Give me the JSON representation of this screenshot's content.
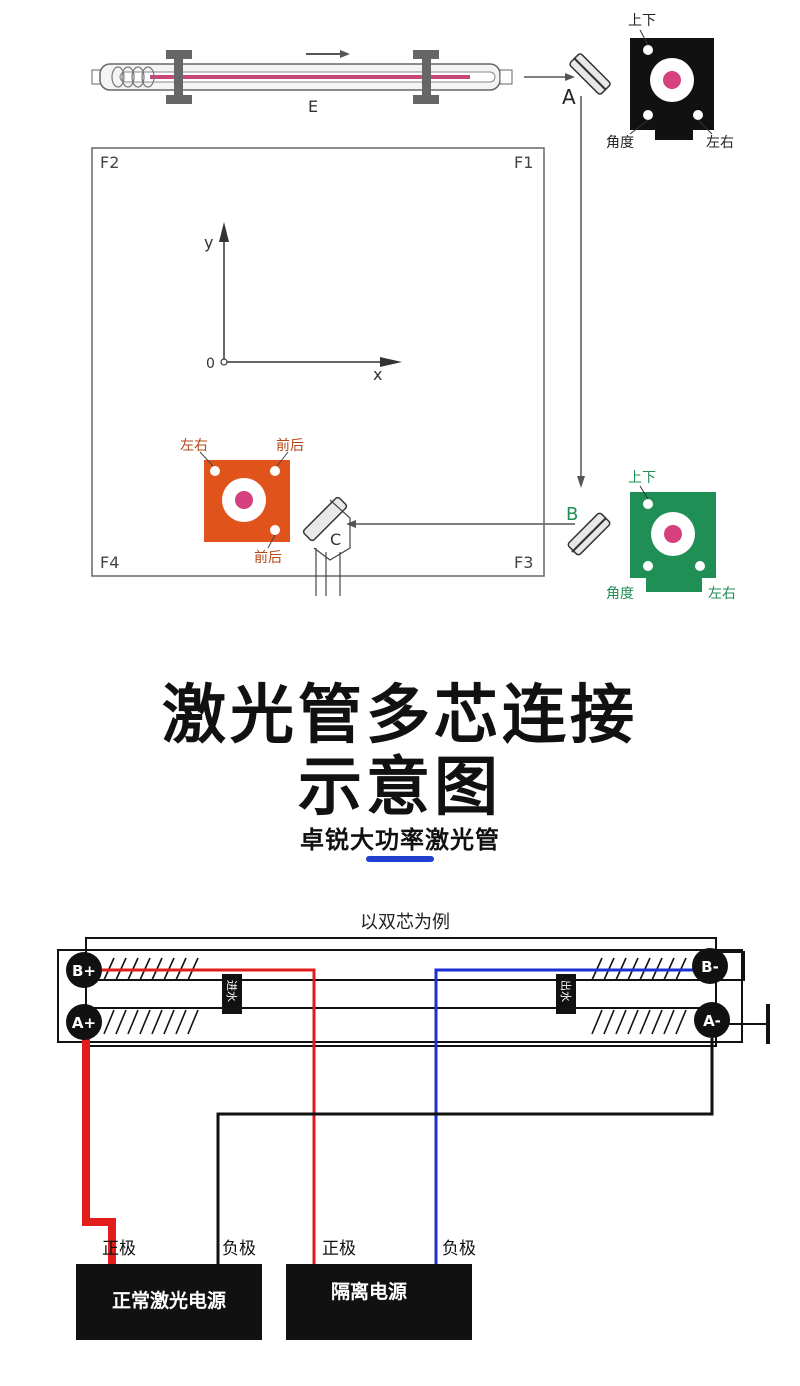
{
  "top": {
    "tube_label": "E",
    "mirror_a_label": "A",
    "mirror_b_label": "B",
    "mirror_c_label": "C",
    "corner_f1": "F1",
    "corner_f2": "F2",
    "corner_f3": "F3",
    "corner_f4": "F4",
    "axis_y": "y",
    "axis_x": "x",
    "origin": "0",
    "mount_a": {
      "up_down": "上下",
      "angle": "角度",
      "left_right": "左右",
      "color": "#111111"
    },
    "mount_b": {
      "up_down": "上下",
      "angle": "角度",
      "left_right": "左右",
      "color": "#1f8f55"
    },
    "mount_c": {
      "left_right": "左右",
      "front_back_top": "前后",
      "front_back_bottom": "前后",
      "color": "#e0541c"
    }
  },
  "title": {
    "line1": "激光管多芯连接",
    "line2": "示意图",
    "subtitle": "卓锐大功率激光管",
    "accent_color": "#1f3fd1"
  },
  "bottom": {
    "caption": "以双芯为例",
    "terminal_b_plus": "B+",
    "terminal_b_minus": "B-",
    "terminal_a_plus": "A+",
    "terminal_a_minus": "A-",
    "water_in": "进水",
    "water_out": "出水",
    "supply1_pos": "正极",
    "supply1_neg": "负极",
    "supply2_pos": "正极",
    "supply2_neg": "负极",
    "supply1_name": "正常激光电源",
    "supply2_name": "隔离电源",
    "wire_red": "#e21b1b",
    "wire_blue": "#1a2fd6",
    "wire_black": "#111111"
  }
}
